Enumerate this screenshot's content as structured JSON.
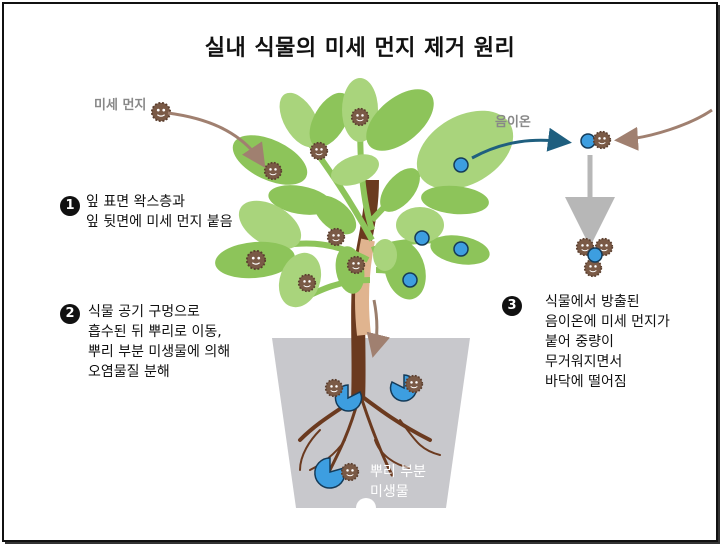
{
  "title": "실내 식물의 미세 먼지 제거 원리",
  "labels": {
    "dust": "미세 먼지",
    "anion": "음이온",
    "microbe": [
      "뿌리 부분",
      "미생물"
    ]
  },
  "steps": [
    {
      "num": "1",
      "lines": [
        "잎 표면 왁스층과",
        "잎 뒷면에 미세 먼지 붙음"
      ]
    },
    {
      "num": "2",
      "lines": [
        "식물 공기 구멍으로",
        "흡수된 뒤 뿌리로 이동,",
        "뿌리 부분 미생물에 의해",
        "오염물질 분해"
      ]
    },
    {
      "num": "3",
      "lines": [
        "식물에서 방출된",
        "음이온에 미세 먼지가",
        "붙어 중량이",
        "무거워지면서",
        "바닥에 떨어짐"
      ]
    }
  ],
  "colors": {
    "leaf": "#8dc45a",
    "leaf_light": "#a9d47c",
    "stem": "#e0b48f",
    "pot": "#c8c8cc",
    "root": "#6b3a1f",
    "dust": "#7a5a46",
    "ion": "#3d9ee0",
    "arrow_dust": "#a08070",
    "arrow_ion": "#1f5f7f",
    "arrow_fall": "#b7b7b7"
  }
}
